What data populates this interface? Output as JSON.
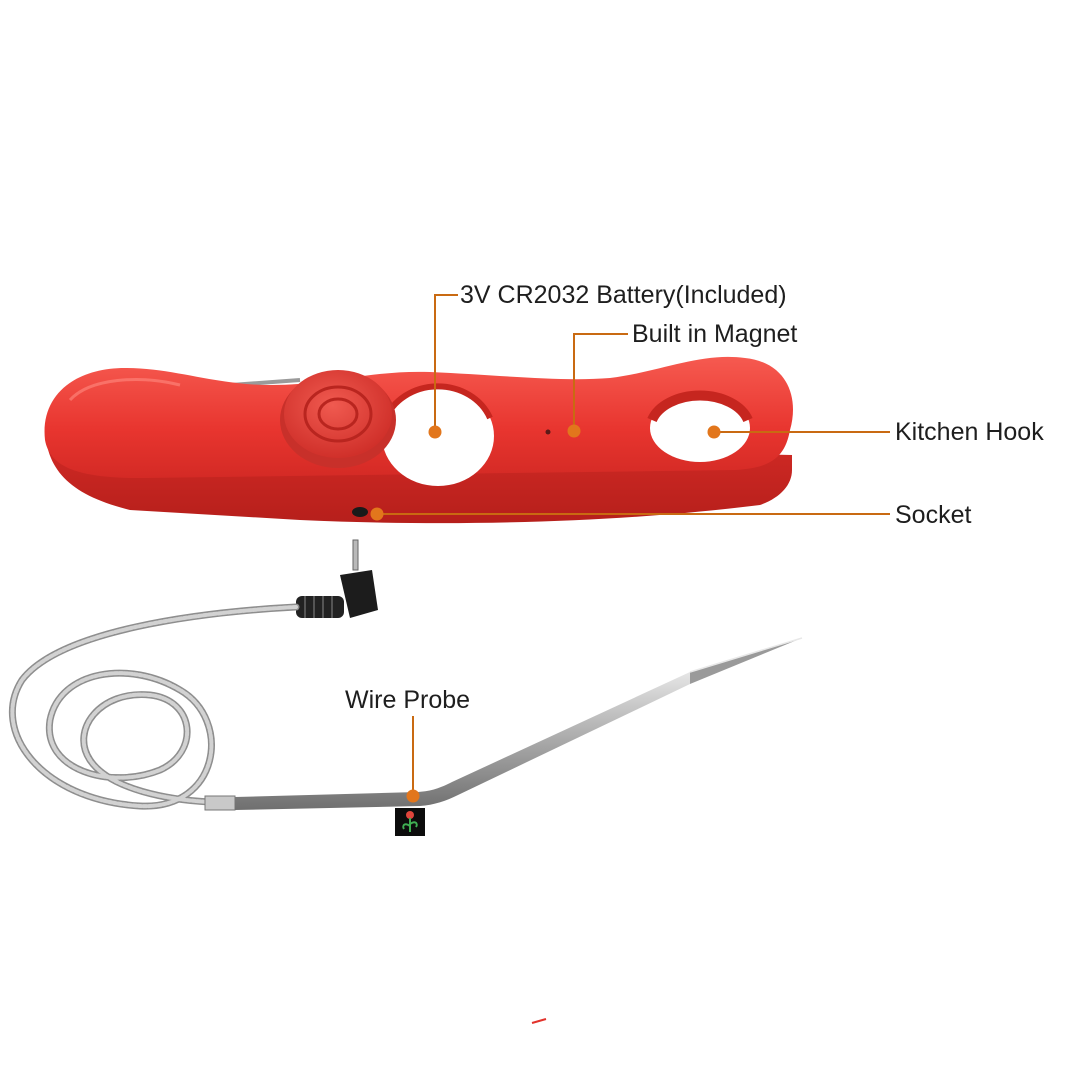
{
  "callouts": {
    "battery": "3V CR2032 Battery(Included)",
    "magnet": "Built in Magnet",
    "kitchen_hook": "Kitchen Hook",
    "socket": "Socket",
    "wire_probe": "Wire Probe"
  },
  "colors": {
    "body_red": "#e8352f",
    "leader_orange": "#c96a12",
    "dot_orange": "#e2761c",
    "cable_gray": "#bdbdbd",
    "steel": "#a8a8a8"
  }
}
